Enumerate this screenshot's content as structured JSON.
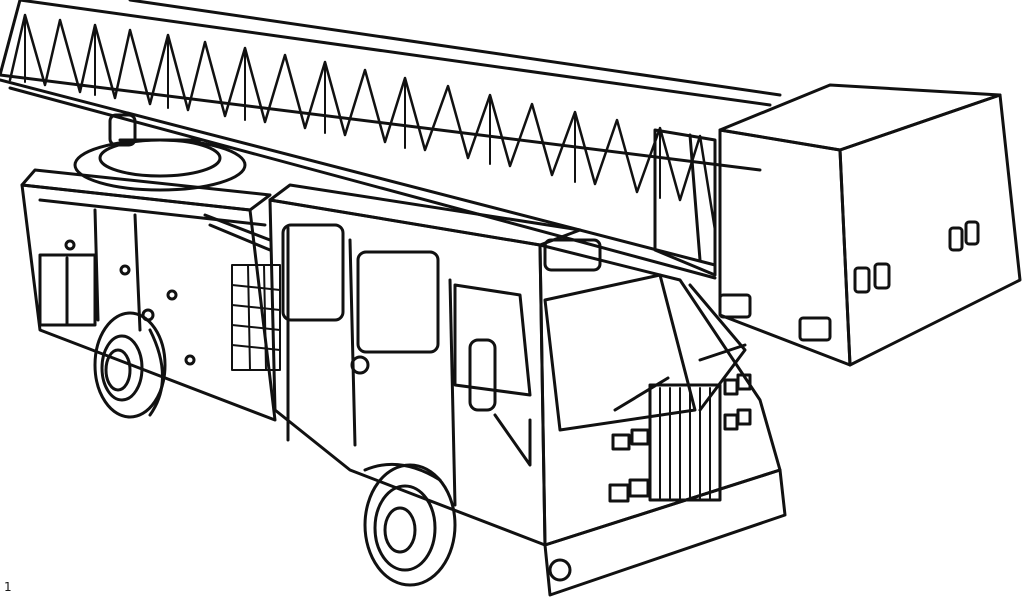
{
  "image": {
    "subject": "fire-truck-line-drawing",
    "style": "black-and-white-coloring-page"
  },
  "colors": {
    "background": "#ffffff",
    "ink": "#111111"
  },
  "corner_mark": "1"
}
